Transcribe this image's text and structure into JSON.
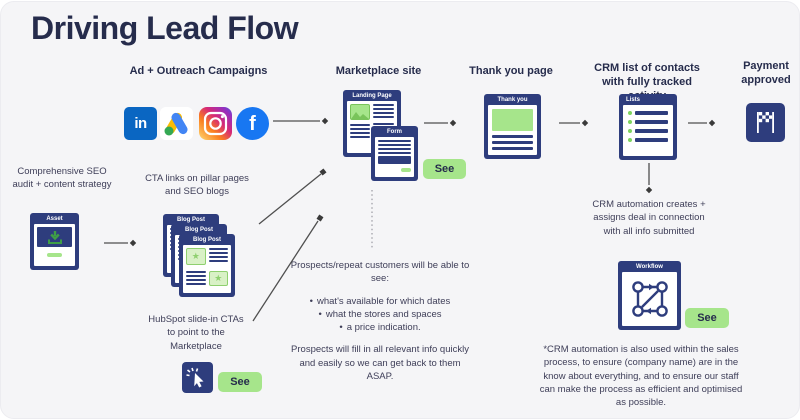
{
  "title": "Driving Lead Flow",
  "sections": {
    "ads": {
      "header": "Ad + Outreach Campaigns",
      "icon_glyphs": {
        "linkedin": "in",
        "facebook": "f"
      }
    },
    "marketplace": {
      "header": "Marketplace site",
      "landing_card_title": "Landing Page",
      "form_card_title": "Form",
      "see_label": "See"
    },
    "thankyou": {
      "header": "Thank you page",
      "card_title": "Thank you"
    },
    "crm": {
      "header": "CRM list of contacts with fully tracked activity",
      "card_title": "Lists",
      "automation_note": "CRM automation creates + assigns deal in connection with all info submitted",
      "workflow_card_title": "Workflow",
      "see_label": "See",
      "footnote": "*CRM automation is also used within the sales process, to ensure (company name) are in the know about everything, and to ensure our staff can make the process as efficient and optimised as possible."
    },
    "payment": {
      "header": "Payment approved"
    },
    "seo": {
      "note": "Comprehensive SEO audit + content strategy",
      "asset_card_title": "Asset"
    },
    "cta": {
      "note": "CTA links on pillar pages and SEO blogs",
      "blog_card_title": "Blog Post"
    },
    "hubspot": {
      "note": "HubSpot slide-in CTAs to point to the Marketplace",
      "see_label": "See"
    },
    "prospects": {
      "intro": "Prospects/repeat customers will be able to see:",
      "bullets": [
        "what's available for which dates",
        "what the stores and spaces",
        "a price indication."
      ],
      "outro": "Prospects will fill in all relevant info quickly and easily so we can get back to them ASAP."
    }
  },
  "colors": {
    "background": "#f5f5f7",
    "navy": "#2e3d7d",
    "heading": "#262c4c",
    "body_text": "#3e3e58",
    "green": "#a6e58b",
    "arrow": "#4f4f4f",
    "linkedin_blue": "#0a66c2",
    "facebook_blue": "#1877f2"
  }
}
